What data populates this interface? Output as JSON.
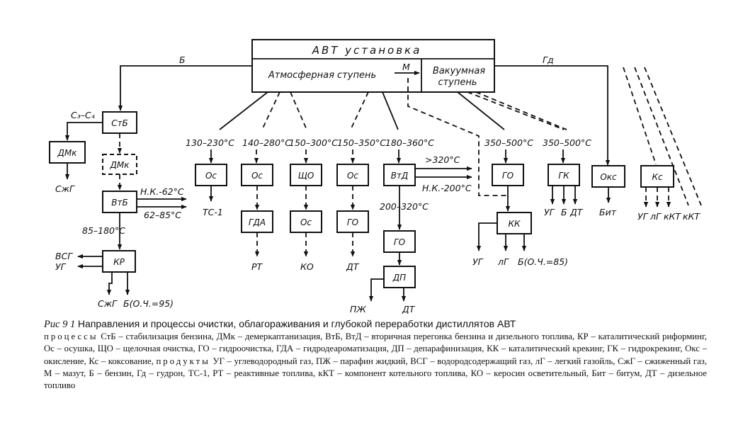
{
  "diagram": {
    "avt_title": "АВТ установка",
    "atm_stage": "Атмосферная ступень",
    "vac_stage_line1": "Вакуумная",
    "vac_stage_line2": "ступень",
    "boxes": {
      "stb": "СтБ",
      "dmk1": "ДМк",
      "dmk2": "ДМк",
      "vtb": "ВтБ",
      "kr": "КР",
      "os1": "Ос",
      "os2": "Ос",
      "scho": "ЩО",
      "os3": "Ос",
      "vtd": "ВтД",
      "go1": "ГО",
      "gk": "ГК",
      "oks": "Окс",
      "ks": "Кс",
      "gda": "ГДА",
      "os4": "Ос",
      "go2": "ГО",
      "kk": "КК",
      "go3": "ГО",
      "dp": "ДП"
    },
    "labels": {
      "b": "Б",
      "m": "М",
      "gd": "Гд",
      "c3c4": "С₃–С₄",
      "szhg1": "СжГ",
      "t1": "130–230°С",
      "t2": "140–280°С",
      "t3": "150–300°С",
      "t4": "150–350°С",
      "t5": "180–360°С",
      "t6": "350–500°С",
      "t7": "350–500°С",
      "nk62": "Н.К.-62°С",
      "t62_85": "62–85°С",
      "t85_180": "85–180°С",
      "gt320": ">320°С",
      "nk200": "Н.К.-200°С",
      "t200_320": "200–320°С",
      "ts1": "ТС-1",
      "rt": "РТ",
      "ko": "КО",
      "dt1": "ДТ",
      "ug1": "УГ",
      "b_gk": "Б",
      "dt_gk": "ДТ",
      "bit": "Бит",
      "ug2": "УГ",
      "lg2": "лГ",
      "kkt1": "кКТ",
      "kkt2": "кКТ",
      "vsg": "ВСГ",
      "ug3": "УГ",
      "szhg2": "СжГ",
      "b95": "Б(О.Ч.=95)",
      "ug4": "УГ",
      "lg4": "лГ",
      "b85": "Б(О.Ч.=85)",
      "pzh": "ПЖ",
      "dt2": "ДТ"
    }
  },
  "caption": {
    "fig_label": "Рис 9 1",
    "title": "Направления и процессы очистки, облагораживания и глубокой переработки дистиллятов АВТ",
    "processes_word": "процессы",
    "processes_text": "СтБ – стабилизация бензина, ДМк – демеркаптанизация, ВтБ, ВтД – вторичная перегонка бензина и дизельного топлива, КР – каталитический риформинг, Ос – осушка, ЩО – щелочная очистка, ГО – гидроочистка, ГДА – гидродеароматизация, ДП – депарафинизация, КК – каталитический крекинг, ГК – гидрокрекинг, Окс – окисление, Кс – коксование,",
    "products_word": "продукты",
    "products_text": "УГ – углеводородный газ, ПЖ – парафин жидкий, ВСГ – водородсодержащий газ, лГ – легкий газойль, СжГ – сжиженный газ, М – мазут, Б – бензин, Гд – гудрон, ТС-1, РТ – реактивные топлива, кКТ – компонент котельного топлива, КО – керосин осветительный, Бит – битум, ДТ – дизельное топливо"
  }
}
